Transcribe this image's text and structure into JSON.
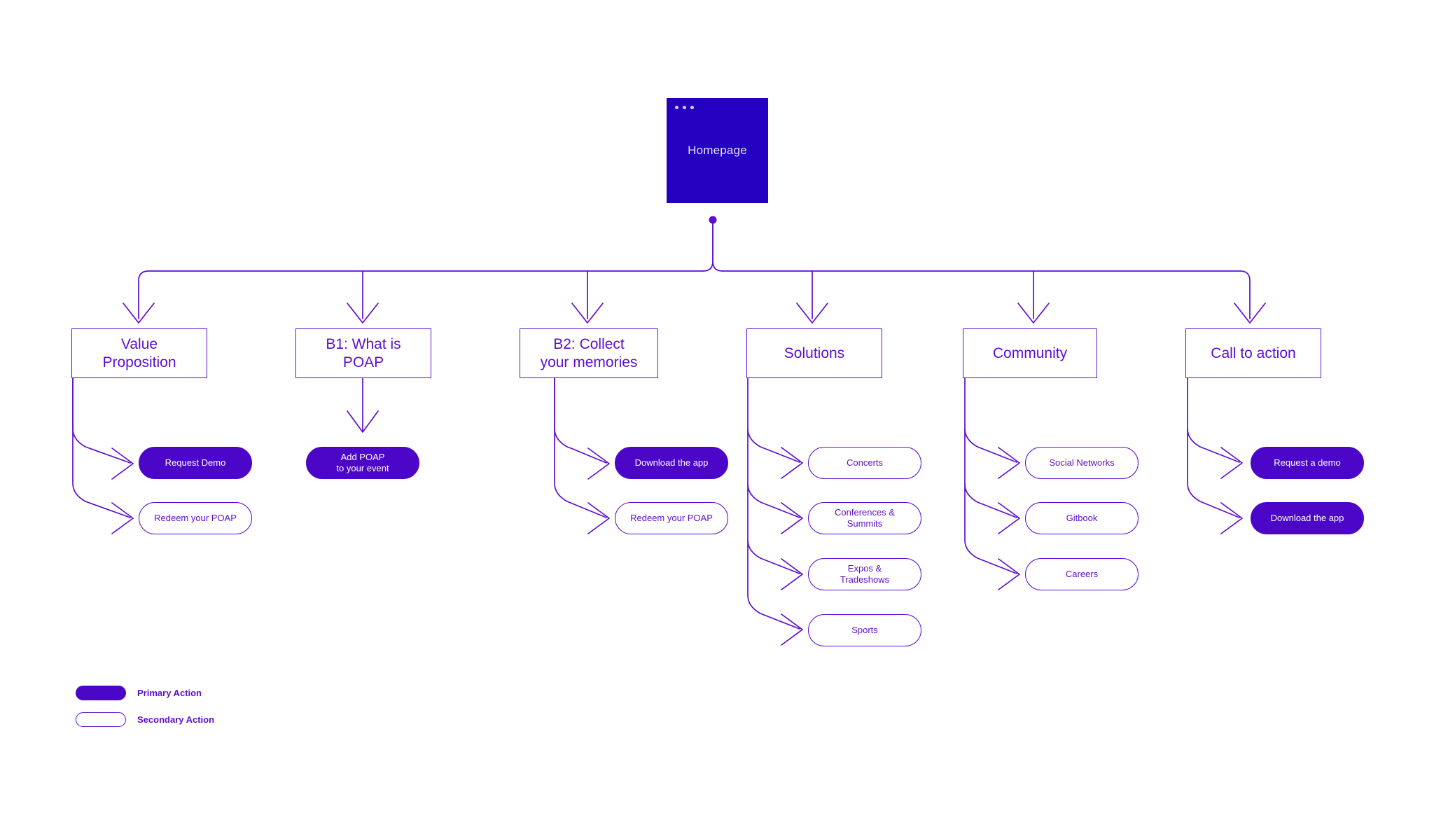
{
  "theme": {
    "background": "#ffffff",
    "card_fill": "#2400c0",
    "primary_fill": "#4b06c8",
    "stroke": "#5d0ecf",
    "text_on_dark": "#ffffff"
  },
  "root": {
    "label": "Homepage",
    "window_dots": 3
  },
  "sections": [
    {
      "id": "value-proposition",
      "label": "Value\nProposition",
      "children": [
        {
          "label": "Request Demo",
          "style": "primary"
        },
        {
          "label": "Redeem your POAP",
          "style": "secondary"
        }
      ]
    },
    {
      "id": "b1-what-is-poap",
      "label": "B1: What is\nPOAP",
      "children": [
        {
          "label": "Add POAP\nto your event",
          "style": "primary"
        }
      ]
    },
    {
      "id": "b2-collect-your-memories",
      "label": "B2: Collect\nyour memories",
      "children": [
        {
          "label": "Download the app",
          "style": "primary"
        },
        {
          "label": "Redeem your POAP",
          "style": "secondary"
        }
      ]
    },
    {
      "id": "solutions",
      "label": "Solutions",
      "children": [
        {
          "label": "Concerts",
          "style": "secondary"
        },
        {
          "label": "Conferences &\nSummits",
          "style": "secondary"
        },
        {
          "label": "Expos &\nTradeshows",
          "style": "secondary"
        },
        {
          "label": "Sports",
          "style": "secondary"
        }
      ]
    },
    {
      "id": "community",
      "label": "Community",
      "children": [
        {
          "label": "Social Networks",
          "style": "secondary"
        },
        {
          "label": "Gitbook",
          "style": "secondary"
        },
        {
          "label": "Careers",
          "style": "secondary"
        }
      ]
    },
    {
      "id": "call-to-action",
      "label": "Call to action",
      "children": [
        {
          "label": "Request a demo",
          "style": "primary"
        },
        {
          "label": "Download the app",
          "style": "primary"
        }
      ]
    }
  ],
  "legend": [
    {
      "label": "Primary Action",
      "style": "primary"
    },
    {
      "label": "Secondary Action",
      "style": "secondary"
    }
  ]
}
